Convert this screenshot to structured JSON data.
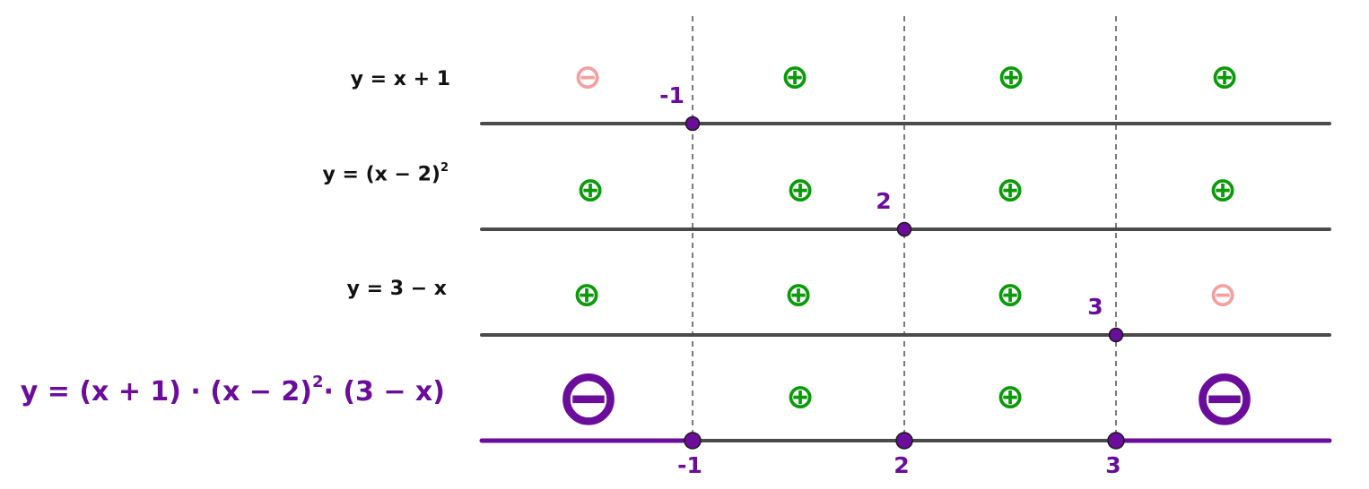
{
  "colors": {
    "axis": "#4a4a4a",
    "guide": "#7a7a7a",
    "negative_ray": "#6a0d9a",
    "point_fill": "#6a0d9a",
    "label": "#6a0d9a",
    "plus": "#0a9a0a",
    "minus_small": "#f4a0a0",
    "minus_big": "#6a0d9a"
  },
  "roots": [
    "-1",
    "2",
    "3"
  ],
  "rows": [
    {
      "equation": {
        "pre": "y = x + 1",
        "sup": "",
        "post": ""
      },
      "zero": "-1",
      "signs": [
        "⊖",
        "⊕",
        "⊕",
        "⊕"
      ],
      "sign_kinds": [
        "minus",
        "plus",
        "plus",
        "plus"
      ]
    },
    {
      "equation": {
        "pre": "y = (x − 2)",
        "sup": "2",
        "post": ""
      },
      "zero": "2",
      "signs": [
        "⊕",
        "⊕",
        "⊕",
        "⊕"
      ],
      "sign_kinds": [
        "plus",
        "plus",
        "plus",
        "plus"
      ]
    },
    {
      "equation": {
        "pre": "y = 3 − x",
        "sup": "",
        "post": ""
      },
      "zero": "3",
      "signs": [
        "⊕",
        "⊕",
        "⊕",
        "⊖"
      ],
      "sign_kinds": [
        "plus",
        "plus",
        "plus",
        "minus"
      ]
    }
  ],
  "product": {
    "equation": {
      "pre": "y = (x + 1) · (x − 2)",
      "sup": "2",
      "post": "· (3 − x)"
    },
    "signs": [
      "⊖",
      "⊕",
      "⊕",
      "⊖"
    ],
    "sign_kinds": [
      "minus",
      "plus",
      "plus",
      "minus"
    ]
  }
}
